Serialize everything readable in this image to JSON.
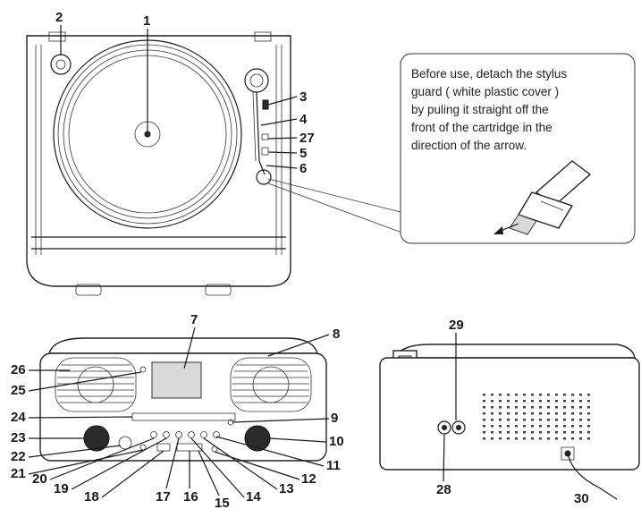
{
  "note": {
    "lines": [
      "Before use,  detach the stylus",
      "guard  ( white plastic cover )",
      "by puling it straight off the",
      "front of the cartridge in the",
      "direction of the arrow."
    ]
  },
  "top_view": {
    "labels": [
      "1",
      "2",
      "3",
      "4",
      "27",
      "5",
      "6"
    ]
  },
  "front_view": {
    "labels": [
      "7",
      "8",
      "26",
      "25",
      "9",
      "24",
      "23",
      "10",
      "22",
      "21",
      "11",
      "20",
      "12",
      "19",
      "13",
      "18",
      "14",
      "17",
      "16",
      "15"
    ]
  },
  "rear_view": {
    "labels": [
      "29",
      "28",
      "30"
    ]
  }
}
